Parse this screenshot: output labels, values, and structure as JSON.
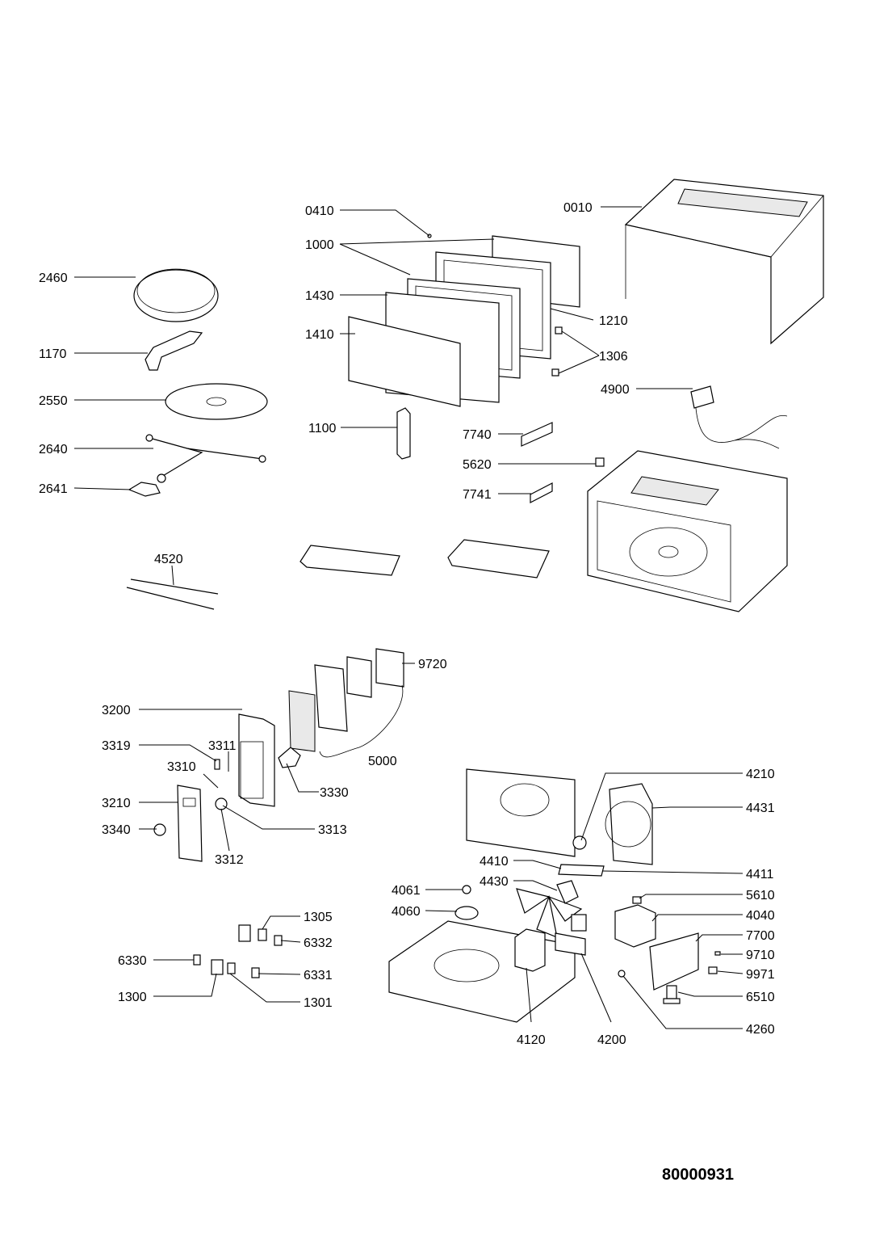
{
  "document_number": "80000931",
  "part_labels": {
    "p0010": "0010",
    "p0410": "0410",
    "p1000": "1000",
    "p1430": "1430",
    "p1410": "1410",
    "p1210": "1210",
    "p1306": "1306",
    "p2460": "2460",
    "p1170": "1170",
    "p2550": "2550",
    "p2640": "2640",
    "p2641": "2641",
    "p1100": "1100",
    "p7740": "7740",
    "p5620": "5620",
    "p7741": "7741",
    "p4900": "4900",
    "p4520": "4520",
    "p9720": "9720",
    "p3200": "3200",
    "p3319": "3319",
    "p3311": "3311",
    "p3310": "3310",
    "p5000": "5000",
    "p3330": "3330",
    "p3210": "3210",
    "p3313": "3313",
    "p3340": "3340",
    "p3312": "3312",
    "p4210": "4210",
    "p4431": "4431",
    "p4410": "4410",
    "p4411": "4411",
    "p4430": "4430",
    "p4061": "4061",
    "p5610": "5610",
    "p4060": "4060",
    "p4040": "4040",
    "p1305": "1305",
    "p7700": "7700",
    "p6332": "6332",
    "p9710": "9710",
    "p6330": "6330",
    "p9971": "9971",
    "p6331": "6331",
    "p6510": "6510",
    "p1300": "1300",
    "p1301": "1301",
    "p4260": "4260",
    "p4120": "4120",
    "p4200": "4200"
  }
}
